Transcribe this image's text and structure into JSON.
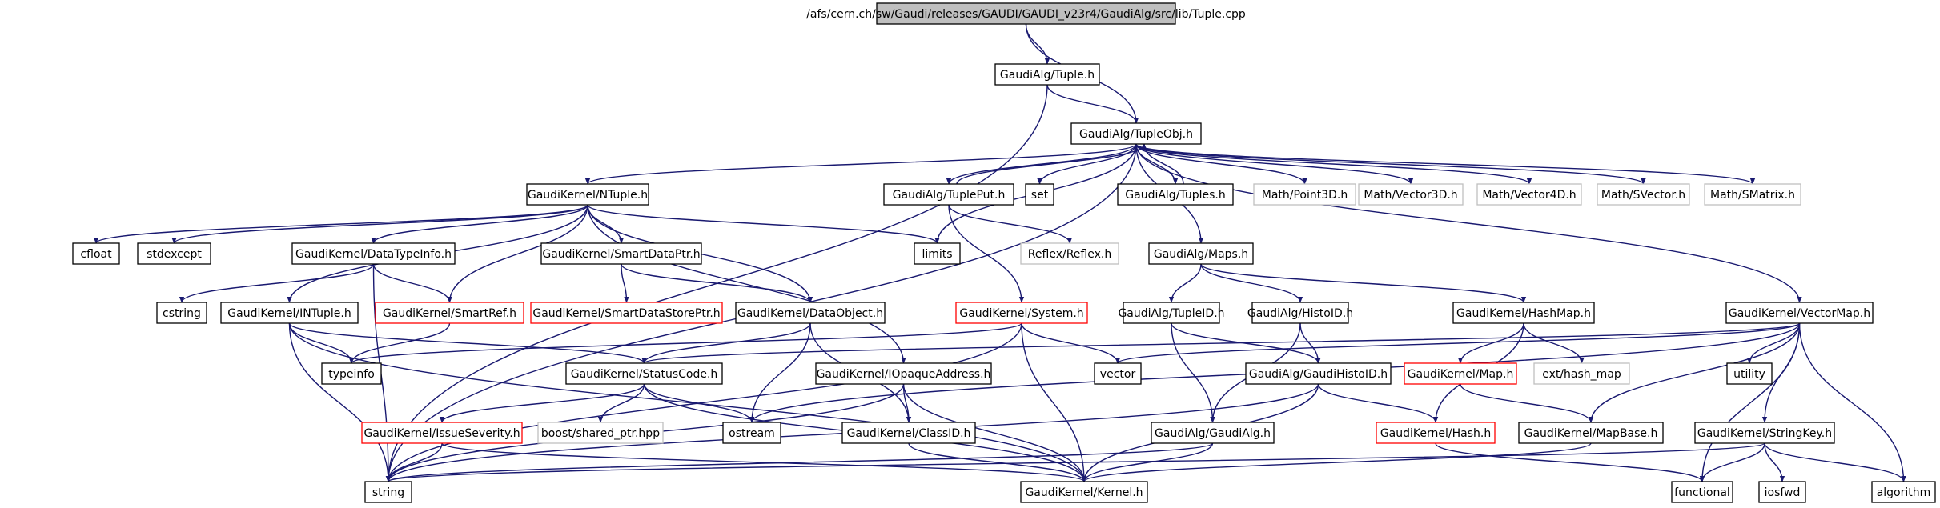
{
  "colors": {
    "edge": "#191970",
    "border_normal": "#000000",
    "border_missing": "#bfbfbf",
    "border_undocumented": "#ff0000",
    "root_fill": "#bfbfbf",
    "fill": "#ffffff"
  },
  "nodes": [
    {
      "id": "root",
      "label": "/afs/cern.ch/sw/Gaudi/releases/GAUDI/GAUDI_v23r4/GaudiAlg/src/lib/Tuple.cpp",
      "kind": "root"
    },
    {
      "id": "tuple_h",
      "label": "GaudiAlg/Tuple.h",
      "kind": "normal"
    },
    {
      "id": "tupleobj",
      "label": "GaudiAlg/TupleObj.h",
      "kind": "normal"
    },
    {
      "id": "ntuple",
      "label": "GaudiKernel/NTuple.h",
      "kind": "normal"
    },
    {
      "id": "tupleput",
      "label": "GaudiAlg/TuplePut.h",
      "kind": "normal"
    },
    {
      "id": "set",
      "label": "set",
      "kind": "normal"
    },
    {
      "id": "tuples",
      "label": "GaudiAlg/Tuples.h",
      "kind": "normal"
    },
    {
      "id": "point3d",
      "label": "Math/Point3D.h",
      "kind": "missing"
    },
    {
      "id": "vector3d",
      "label": "Math/Vector3D.h",
      "kind": "missing"
    },
    {
      "id": "vector4d",
      "label": "Math/Vector4D.h",
      "kind": "missing"
    },
    {
      "id": "svector",
      "label": "Math/SVector.h",
      "kind": "missing"
    },
    {
      "id": "smatrix",
      "label": "Math/SMatrix.h",
      "kind": "missing"
    },
    {
      "id": "cfloat",
      "label": "cfloat",
      "kind": "normal"
    },
    {
      "id": "stdexcept",
      "label": "stdexcept",
      "kind": "normal"
    },
    {
      "id": "datatypeinfo",
      "label": "GaudiKernel/DataTypeInfo.h",
      "kind": "normal"
    },
    {
      "id": "smartdataptr",
      "label": "GaudiKernel/SmartDataPtr.h",
      "kind": "normal"
    },
    {
      "id": "limits",
      "label": "limits",
      "kind": "normal"
    },
    {
      "id": "reflex",
      "label": "Reflex/Reflex.h",
      "kind": "missing"
    },
    {
      "id": "maps",
      "label": "GaudiAlg/Maps.h",
      "kind": "normal"
    },
    {
      "id": "cstring",
      "label": "cstring",
      "kind": "normal"
    },
    {
      "id": "intuple",
      "label": "GaudiKernel/INTuple.h",
      "kind": "normal"
    },
    {
      "id": "smartref",
      "label": "GaudiKernel/SmartRef.h",
      "kind": "undoc"
    },
    {
      "id": "smartdatastoreptr",
      "label": "GaudiKernel/SmartDataStorePtr.h",
      "kind": "undoc"
    },
    {
      "id": "dataobject",
      "label": "GaudiKernel/DataObject.h",
      "kind": "normal"
    },
    {
      "id": "system",
      "label": "GaudiKernel/System.h",
      "kind": "undoc"
    },
    {
      "id": "tupleid",
      "label": "GaudiAlg/TupleID.h",
      "kind": "normal"
    },
    {
      "id": "histoid",
      "label": "GaudiAlg/HistoID.h",
      "kind": "normal"
    },
    {
      "id": "hashmap",
      "label": "GaudiKernel/HashMap.h",
      "kind": "normal"
    },
    {
      "id": "vectormap",
      "label": "GaudiKernel/VectorMap.h",
      "kind": "normal"
    },
    {
      "id": "typeinfo",
      "label": "typeinfo",
      "kind": "normal"
    },
    {
      "id": "statuscode",
      "label": "GaudiKernel/StatusCode.h",
      "kind": "normal"
    },
    {
      "id": "iopaque",
      "label": "GaudiKernel/IOpaqueAddress.h",
      "kind": "normal"
    },
    {
      "id": "vector",
      "label": "vector",
      "kind": "normal"
    },
    {
      "id": "gaudihistoid",
      "label": "GaudiAlg/GaudiHistoID.h",
      "kind": "normal"
    },
    {
      "id": "map_h",
      "label": "GaudiKernel/Map.h",
      "kind": "undoc"
    },
    {
      "id": "exthashmap",
      "label": "ext/hash_map",
      "kind": "missing"
    },
    {
      "id": "utility",
      "label": "utility",
      "kind": "normal"
    },
    {
      "id": "issueseverity",
      "label": "GaudiKernel/IssueSeverity.h",
      "kind": "undoc"
    },
    {
      "id": "boostshared",
      "label": "boost/shared_ptr.hpp",
      "kind": "missing"
    },
    {
      "id": "ostream",
      "label": "ostream",
      "kind": "normal"
    },
    {
      "id": "classid",
      "label": "GaudiKernel/ClassID.h",
      "kind": "normal"
    },
    {
      "id": "gaudialg",
      "label": "GaudiAlg/GaudiAlg.h",
      "kind": "normal"
    },
    {
      "id": "hash_h",
      "label": "GaudiKernel/Hash.h",
      "kind": "undoc"
    },
    {
      "id": "mapbase",
      "label": "GaudiKernel/MapBase.h",
      "kind": "normal"
    },
    {
      "id": "stringkey",
      "label": "GaudiKernel/StringKey.h",
      "kind": "normal"
    },
    {
      "id": "string",
      "label": "string",
      "kind": "normal"
    },
    {
      "id": "kernel",
      "label": "GaudiKernel/Kernel.h",
      "kind": "normal"
    },
    {
      "id": "functional",
      "label": "functional",
      "kind": "normal"
    },
    {
      "id": "iosfwd",
      "label": "iosfwd",
      "kind": "normal"
    },
    {
      "id": "algorithm",
      "label": "algorithm",
      "kind": "normal"
    }
  ],
  "edges": [
    [
      "root",
      "tuple_h"
    ],
    [
      "root",
      "tupleobj"
    ],
    [
      "tuple_h",
      "tupleobj"
    ],
    [
      "tuple_h",
      "string"
    ],
    [
      "tupleobj",
      "ntuple"
    ],
    [
      "tupleobj",
      "tupleput"
    ],
    [
      "tupleobj",
      "set"
    ],
    [
      "tupleobj",
      "tuples"
    ],
    [
      "tupleobj",
      "point3d"
    ],
    [
      "tupleobj",
      "vector3d"
    ],
    [
      "tupleobj",
      "vector4d"
    ],
    [
      "tupleobj",
      "svector"
    ],
    [
      "tupleobj",
      "smatrix"
    ],
    [
      "tupleobj",
      "limits"
    ],
    [
      "tupleobj",
      "maps"
    ],
    [
      "tupleobj",
      "vectormap"
    ],
    [
      "tupleobj",
      "string"
    ],
    [
      "tupleput",
      "tupleobj"
    ],
    [
      "tuples",
      "tupleobj"
    ],
    [
      "tupleput",
      "reflex"
    ],
    [
      "tupleput",
      "system"
    ],
    [
      "ntuple",
      "cfloat"
    ],
    [
      "ntuple",
      "stdexcept"
    ],
    [
      "ntuple",
      "datatypeinfo"
    ],
    [
      "ntuple",
      "smartdataptr"
    ],
    [
      "ntuple",
      "limits"
    ],
    [
      "ntuple",
      "intuple"
    ],
    [
      "ntuple",
      "dataobject"
    ],
    [
      "ntuple",
      "smartref"
    ],
    [
      "ntuple",
      "iopaque"
    ],
    [
      "datatypeinfo",
      "cstring"
    ],
    [
      "datatypeinfo",
      "smartref"
    ],
    [
      "datatypeinfo",
      "string"
    ],
    [
      "smartdataptr",
      "smartdatastoreptr"
    ],
    [
      "smartdataptr",
      "dataobject"
    ],
    [
      "maps",
      "tupleid"
    ],
    [
      "maps",
      "histoid"
    ],
    [
      "maps",
      "hashmap"
    ],
    [
      "smartref",
      "typeinfo"
    ],
    [
      "intuple",
      "typeinfo"
    ],
    [
      "intuple",
      "statuscode"
    ],
    [
      "intuple",
      "string"
    ],
    [
      "intuple",
      "kernel"
    ],
    [
      "dataobject",
      "statuscode"
    ],
    [
      "dataobject",
      "ostream"
    ],
    [
      "dataobject",
      "classid"
    ],
    [
      "system",
      "typeinfo"
    ],
    [
      "system",
      "vector"
    ],
    [
      "system",
      "string"
    ],
    [
      "system",
      "kernel"
    ],
    [
      "tupleid",
      "gaudihistoid"
    ],
    [
      "tupleid",
      "gaudialg"
    ],
    [
      "histoid",
      "gaudihistoid"
    ],
    [
      "histoid",
      "gaudialg"
    ],
    [
      "hashmap",
      "map_h"
    ],
    [
      "hashmap",
      "exthashmap"
    ],
    [
      "hashmap",
      "hash_h"
    ],
    [
      "vectormap",
      "statuscode"
    ],
    [
      "vectormap",
      "vector"
    ],
    [
      "vectormap",
      "utility"
    ],
    [
      "vectormap",
      "ostream"
    ],
    [
      "vectormap",
      "mapbase"
    ],
    [
      "vectormap",
      "stringkey"
    ],
    [
      "vectormap",
      "functional"
    ],
    [
      "vectormap",
      "algorithm"
    ],
    [
      "statuscode",
      "issueseverity"
    ],
    [
      "statuscode",
      "boostshared"
    ],
    [
      "statuscode",
      "ostream"
    ],
    [
      "statuscode",
      "kernel"
    ],
    [
      "iopaque",
      "classid"
    ],
    [
      "iopaque",
      "string"
    ],
    [
      "iopaque",
      "kernel"
    ],
    [
      "gaudihistoid",
      "hash_h"
    ],
    [
      "gaudihistoid",
      "string"
    ],
    [
      "gaudihistoid",
      "kernel"
    ],
    [
      "map_h",
      "mapbase"
    ],
    [
      "issueseverity",
      "string"
    ],
    [
      "issueseverity",
      "kernel"
    ],
    [
      "classid",
      "kernel"
    ],
    [
      "gaudialg",
      "string"
    ],
    [
      "gaudialg",
      "kernel"
    ],
    [
      "hash_h",
      "functional"
    ],
    [
      "mapbase",
      "kernel"
    ],
    [
      "stringkey",
      "string"
    ],
    [
      "stringkey",
      "functional"
    ],
    [
      "stringkey",
      "iosfwd"
    ],
    [
      "stringkey",
      "algorithm"
    ]
  ]
}
